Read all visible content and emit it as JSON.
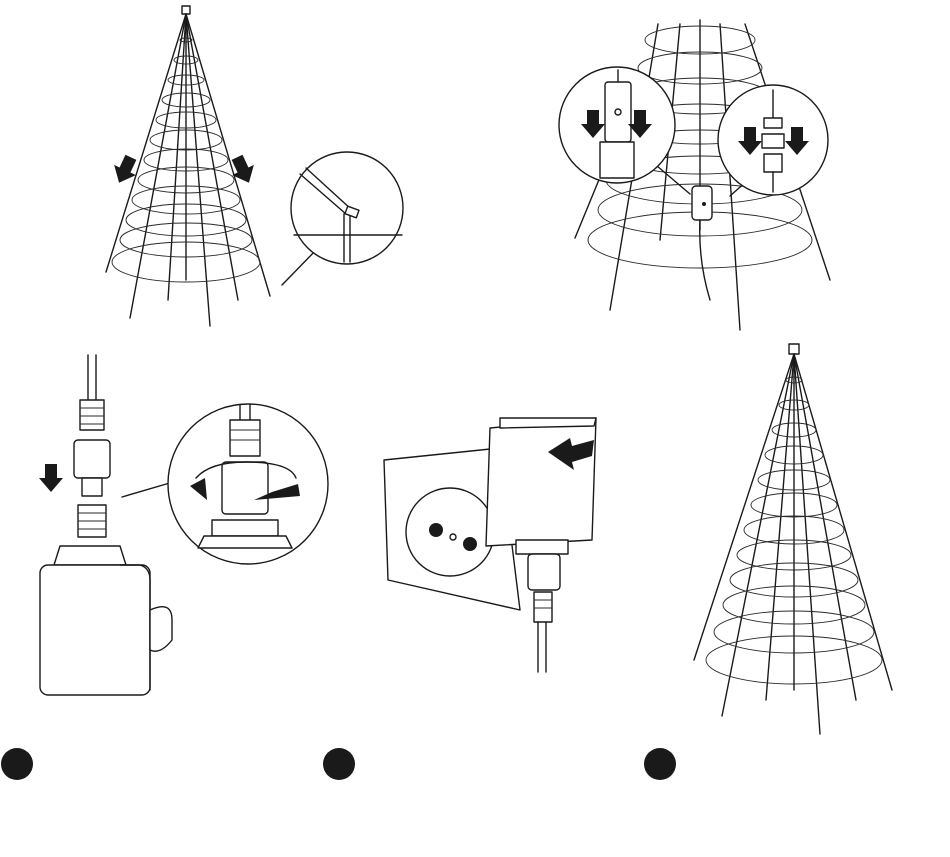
{
  "title": "",
  "panels": [
    {
      "id": "tree-base-insert",
      "icons": [
        "tree-icon",
        "arrow-down-icon",
        "magnifier-pole-icon"
      ]
    },
    {
      "id": "connect-cables",
      "icons": [
        "tree-top-icon",
        "cable-connector-icon",
        "arrow-down-icon"
      ]
    },
    {
      "id": "connect-adapter",
      "icons": [
        "plug-connector-icon",
        "rotate-arrow-icon",
        "power-adapter-icon"
      ]
    },
    {
      "id": "plug-in-socket",
      "icons": [
        "wall-socket-icon",
        "power-adapter-icon",
        "arrow-left-icon"
      ]
    },
    {
      "id": "finished-tree",
      "icons": [
        "tree-icon"
      ]
    }
  ],
  "step_markers": [
    {
      "label": ""
    },
    {
      "label": ""
    },
    {
      "label": ""
    }
  ],
  "colors": {
    "ink": "#1a1a1a",
    "background": "#ffffff"
  }
}
